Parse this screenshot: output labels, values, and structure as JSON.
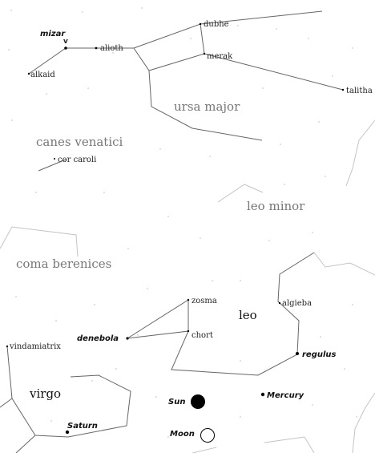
{
  "constellations": {
    "ursa_major": "ursa major",
    "canes_venatici": "canes venatici",
    "leo_minor": "leo minor",
    "coma_berenices": "coma berenices",
    "leo": "leo",
    "virgo": "virgo"
  },
  "stars": {
    "mizar": "mizar",
    "alioth": "alioth",
    "alkaid": "alkaid",
    "dubhe": "dubhe",
    "merak": "merak",
    "talitha": "talitha",
    "cor_caroli": "cor caroli",
    "zosma": "zosma",
    "chort": "chort",
    "algieba": "algieba",
    "denebola": "denebola",
    "regulus": "regulus",
    "vindamiatrix": "vindamiatrix"
  },
  "mizar_marker": "v",
  "bodies": {
    "sun": "Sun",
    "moon": "Moon",
    "mercury": "Mercury",
    "saturn": "Saturn"
  },
  "colors": {
    "background": "#ffffff",
    "constellation_line": "#555555",
    "boundary_line": "#bbbbbb",
    "sun_fill": "#000000",
    "moon_fill": "#ffffff"
  }
}
